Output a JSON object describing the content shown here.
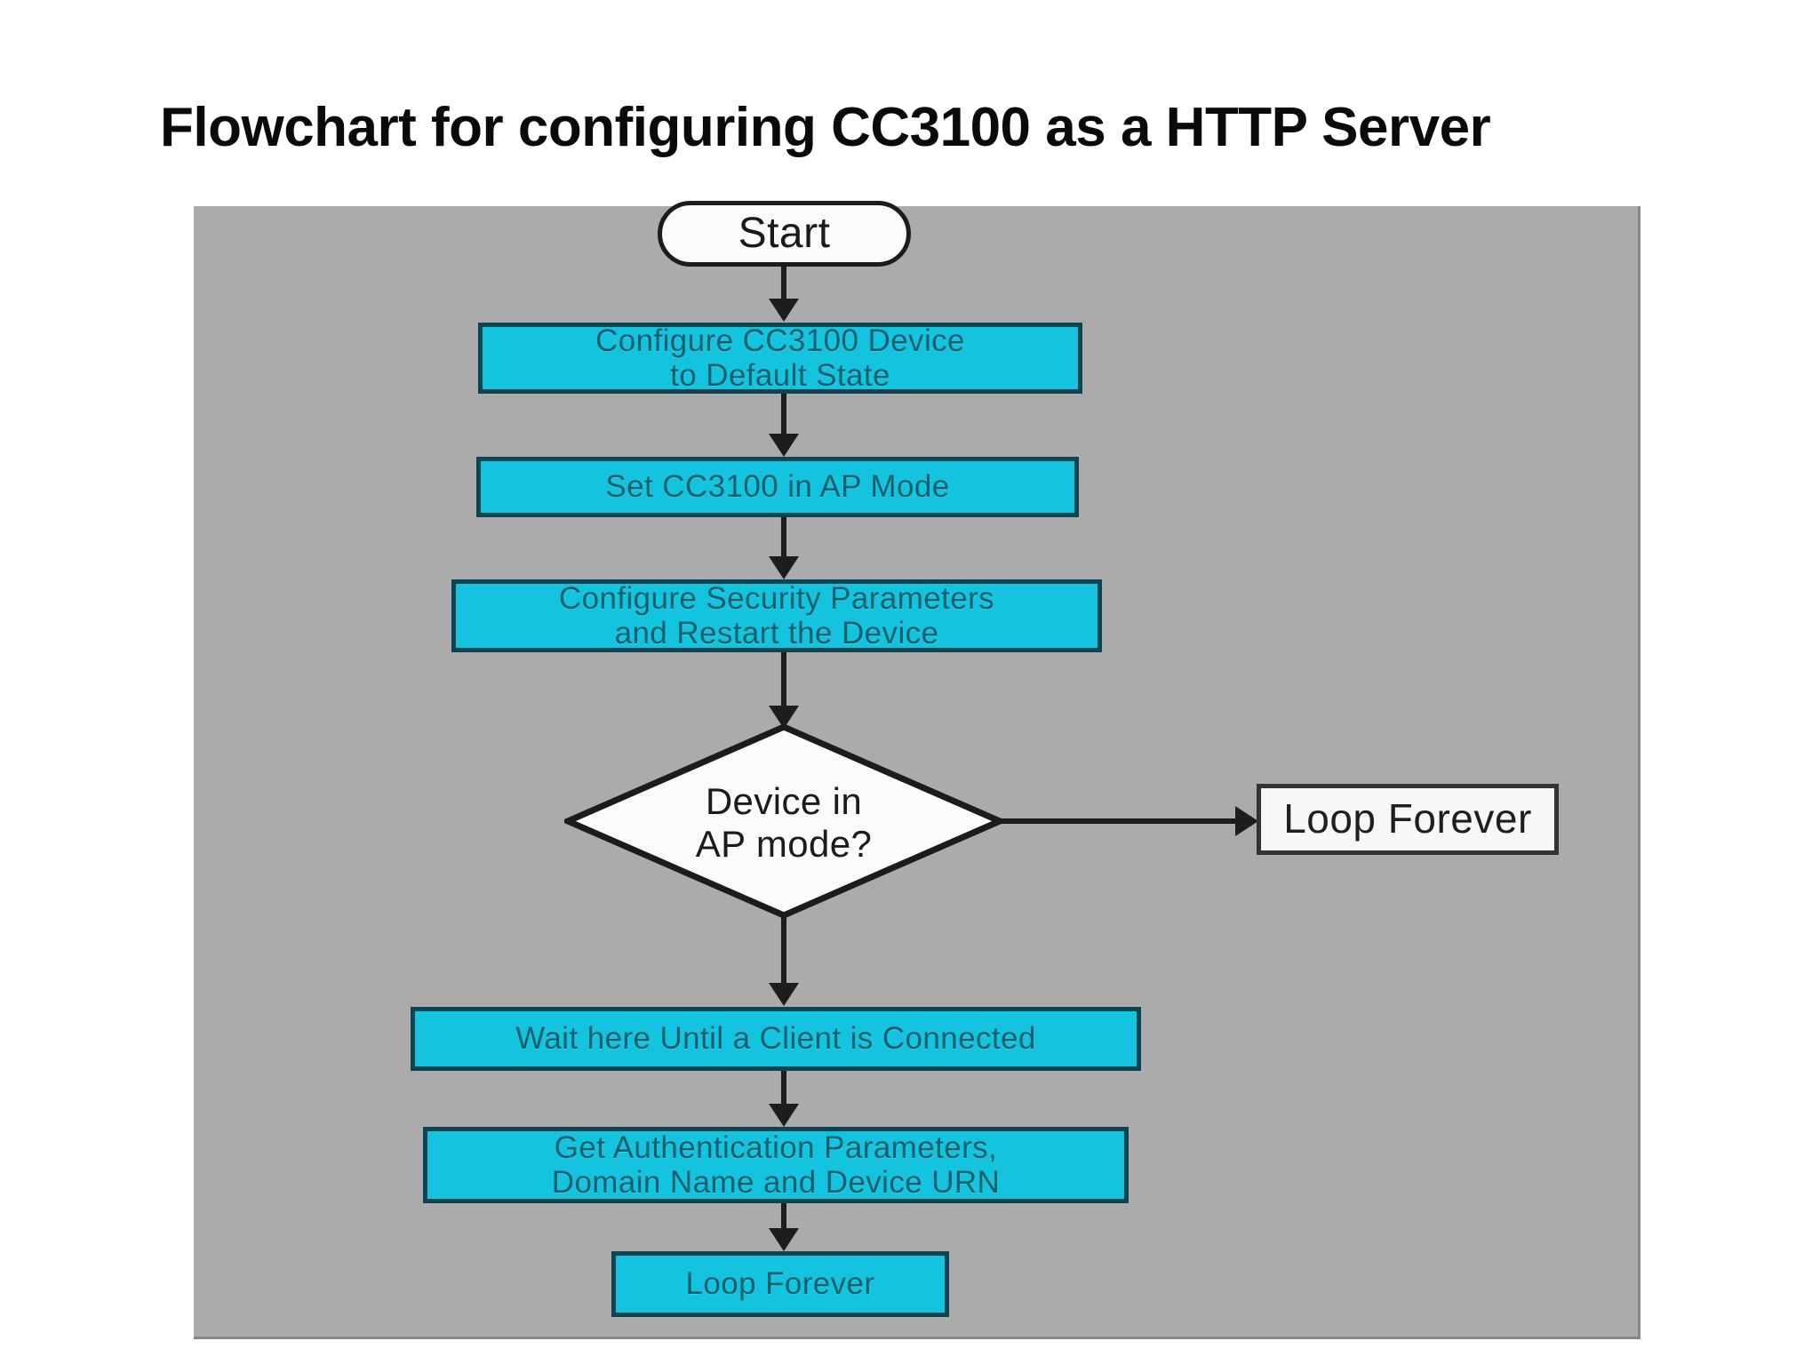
{
  "slide": {
    "title": "Flowchart for configuring CC3100 as a HTTP Server",
    "background_color": "#ffffff",
    "panel_color": "#ababab"
  },
  "colors": {
    "process_fill": "#14c3dd",
    "process_border": "#0e4352",
    "process_text": "#11606f",
    "terminator_fill": "#fbfbfb",
    "terminator_border": "#1c1c1c",
    "plain_fill": "#f7f7f7",
    "plain_border": "#333333",
    "connector": "#1d1d1d",
    "title_text": "#0a0a0a"
  },
  "flowchart": {
    "nodes": [
      {
        "id": "start",
        "type": "terminator",
        "label": "Start"
      },
      {
        "id": "configure-default",
        "type": "process",
        "label": "Configure CC3100 Device\nto Default State",
        "line1": "Configure CC3100 Device",
        "line2": "to Default State"
      },
      {
        "id": "set-ap-mode",
        "type": "process",
        "label": "Set CC3100 in AP Mode"
      },
      {
        "id": "configure-security",
        "type": "process",
        "label": "Configure Security Parameters\nand Restart the Device",
        "line1": "Configure Security Parameters",
        "line2": "and Restart the Device"
      },
      {
        "id": "device-in-ap-mode",
        "type": "decision",
        "label": "Device in\nAP mode?",
        "line1": "Device in",
        "line2": "AP mode?"
      },
      {
        "id": "loop-forever-right",
        "type": "plain",
        "label": "Loop Forever"
      },
      {
        "id": "wait-for-client",
        "type": "process",
        "label": "Wait here Until a Client is Connected"
      },
      {
        "id": "get-auth-params",
        "type": "process",
        "label": "Get Authentication Parameters,\nDomain Name and Device URN",
        "line1": "Get Authentication Parameters,",
        "line2": "Domain Name and Device URN"
      },
      {
        "id": "loop-forever-bottom",
        "type": "process",
        "label": "Loop Forever"
      }
    ],
    "edges": [
      {
        "from": "start",
        "to": "configure-default",
        "direction": "down",
        "label": ""
      },
      {
        "from": "configure-default",
        "to": "set-ap-mode",
        "direction": "down",
        "label": ""
      },
      {
        "from": "set-ap-mode",
        "to": "configure-security",
        "direction": "down",
        "label": ""
      },
      {
        "from": "configure-security",
        "to": "device-in-ap-mode",
        "direction": "down",
        "label": ""
      },
      {
        "from": "device-in-ap-mode",
        "to": "loop-forever-right",
        "direction": "right",
        "label": ""
      },
      {
        "from": "device-in-ap-mode",
        "to": "wait-for-client",
        "direction": "down",
        "label": ""
      },
      {
        "from": "wait-for-client",
        "to": "get-auth-params",
        "direction": "down",
        "label": ""
      },
      {
        "from": "get-auth-params",
        "to": "loop-forever-bottom",
        "direction": "down",
        "label": ""
      }
    ]
  }
}
